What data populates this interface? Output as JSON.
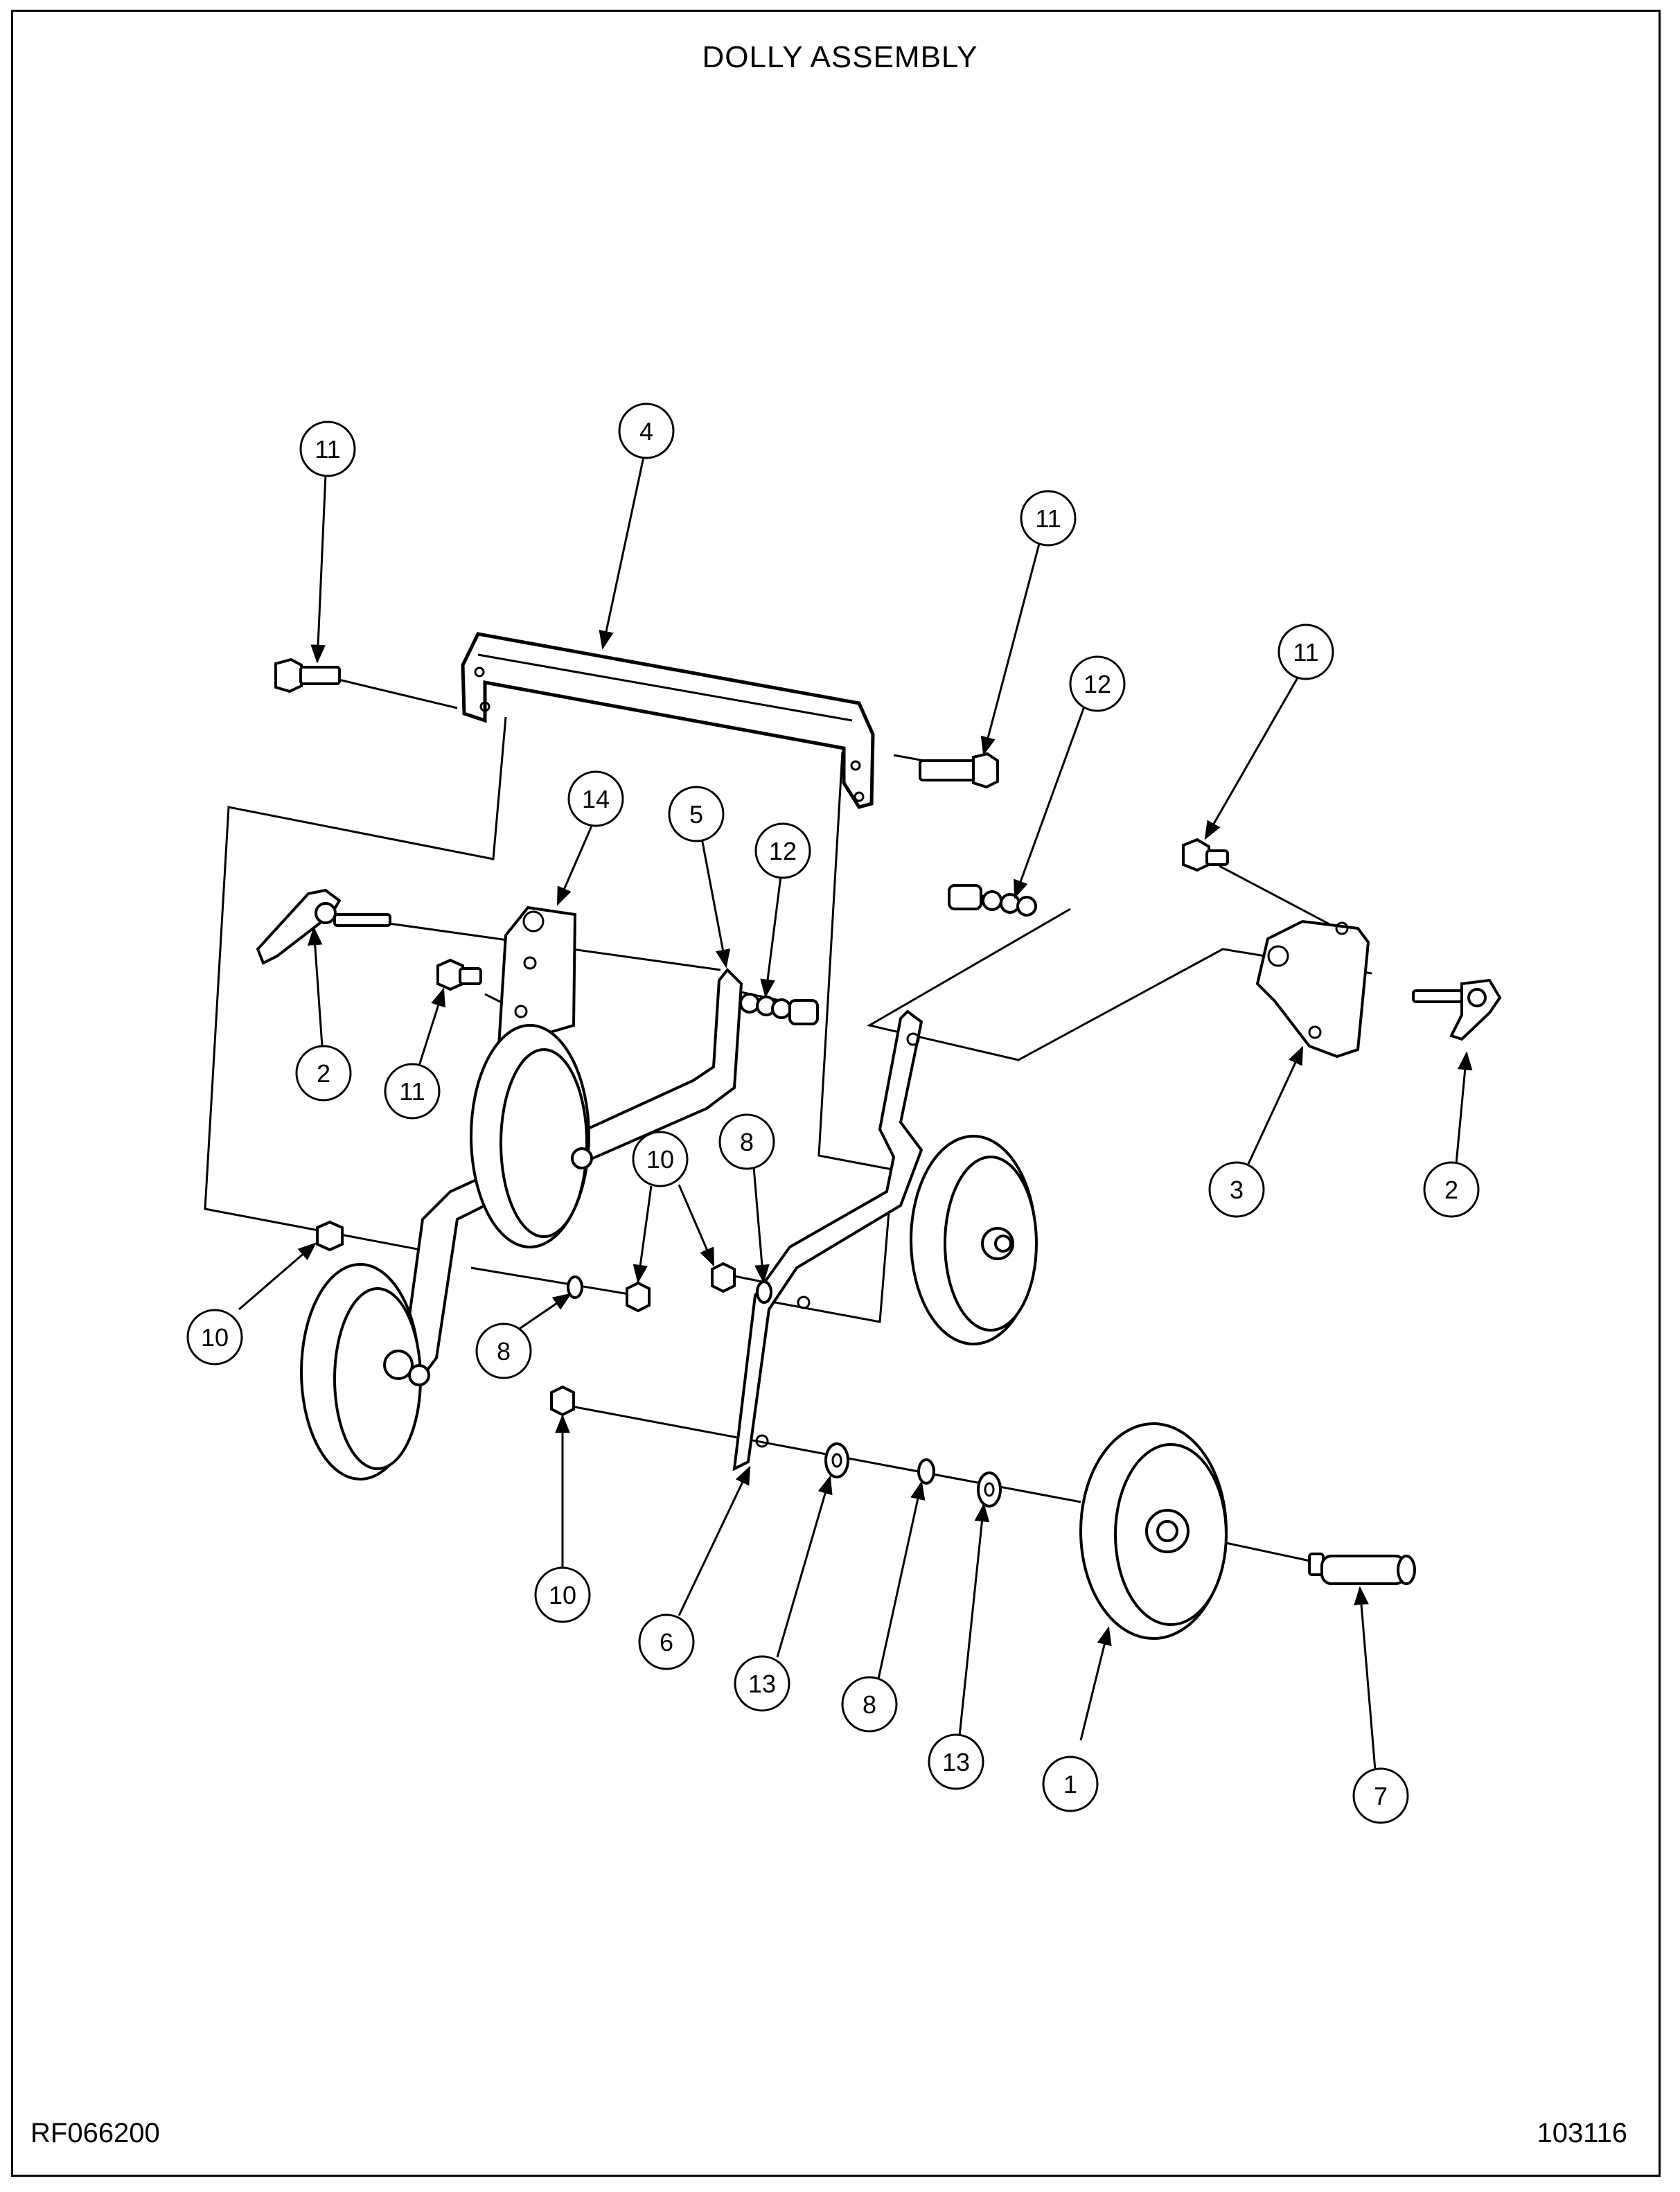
{
  "title": "DOLLY ASSEMBLY",
  "footer": {
    "left": "RF066200",
    "right": "103116"
  },
  "callouts": [
    {
      "id": "c-11a",
      "label": "11"
    },
    {
      "id": "c-4",
      "label": "4"
    },
    {
      "id": "c-11b",
      "label": "11"
    },
    {
      "id": "c-12a",
      "label": "12"
    },
    {
      "id": "c-11c",
      "label": "11"
    },
    {
      "id": "c-14",
      "label": "14"
    },
    {
      "id": "c-5",
      "label": "5"
    },
    {
      "id": "c-12b",
      "label": "12"
    },
    {
      "id": "c-2a",
      "label": "2"
    },
    {
      "id": "c-11d",
      "label": "11"
    },
    {
      "id": "c-3",
      "label": "3"
    },
    {
      "id": "c-2b",
      "label": "2"
    },
    {
      "id": "c-10a",
      "label": "10"
    },
    {
      "id": "c-8a",
      "label": "8"
    },
    {
      "id": "c-10b",
      "label": "10"
    },
    {
      "id": "c-8b",
      "label": "8"
    },
    {
      "id": "c-10c",
      "label": "10"
    },
    {
      "id": "c-6",
      "label": "6"
    },
    {
      "id": "c-13a",
      "label": "13"
    },
    {
      "id": "c-8c",
      "label": "8"
    },
    {
      "id": "c-13b",
      "label": "13"
    },
    {
      "id": "c-1",
      "label": "1"
    },
    {
      "id": "c-7",
      "label": "7"
    }
  ]
}
